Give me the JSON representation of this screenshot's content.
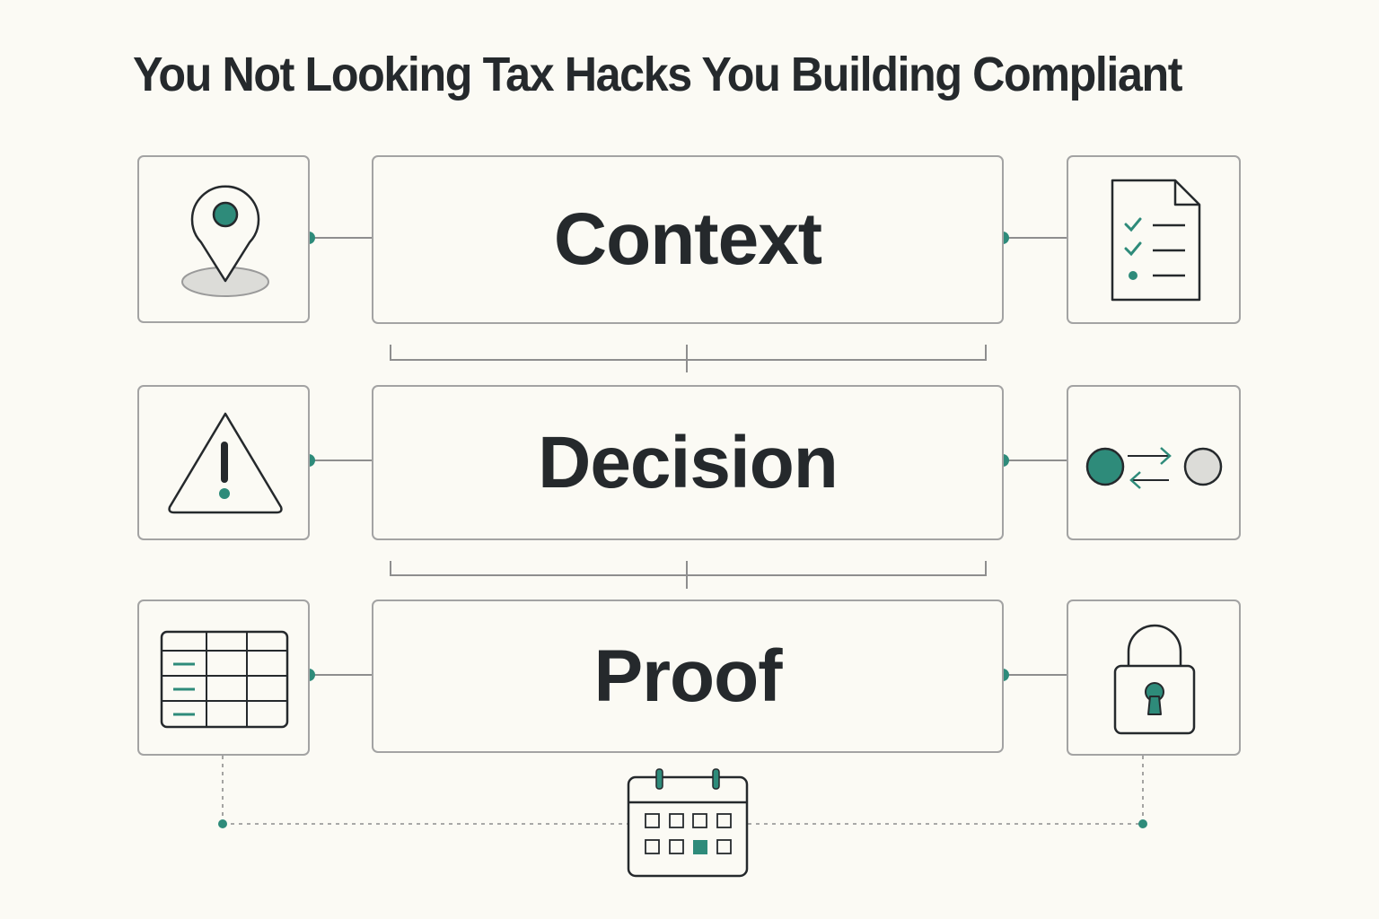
{
  "title": "You Not Looking Tax Hacks You Building Compliant",
  "stages": [
    {
      "label": "Context",
      "left_icon": "map-pin-icon",
      "right_icon": "checklist-document-icon"
    },
    {
      "label": "Decision",
      "left_icon": "warning-triangle-icon",
      "right_icon": "exchange-arrows-icon"
    },
    {
      "label": "Proof",
      "left_icon": "ledger-table-icon",
      "right_icon": "padlock-icon"
    }
  ],
  "footer_icon": "calendar-icon",
  "colors": {
    "accent": "#2e8b7a",
    "ink": "#25292c",
    "border": "#a3a3a3",
    "background": "#fbfaf4",
    "muted": "#dcdcd8"
  }
}
